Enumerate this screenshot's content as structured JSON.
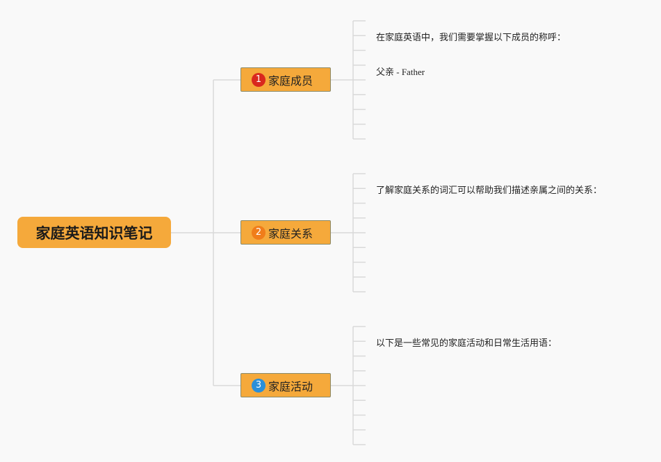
{
  "title": "家庭英语知识笔记",
  "colors": {
    "node_fill": "#f5a93b",
    "line": "#d9d9d9",
    "badge_1": "#d9281e",
    "badge_2": "#f07d1a",
    "badge_3": "#2a8fd8",
    "background": "#f9f9f9"
  },
  "branches": [
    {
      "number": "1",
      "label": "家庭成员",
      "notes": [
        "在家庭英语中，我们需要掌握以下成员的称呼：",
        "父亲 - Father"
      ]
    },
    {
      "number": "2",
      "label": "家庭关系",
      "notes": [
        "了解家庭关系的词汇可以帮助我们描述亲属之间的关系："
      ]
    },
    {
      "number": "3",
      "label": "家庭活动",
      "notes": [
        "以下是一些常见的家庭活动和日常生活用语："
      ]
    }
  ]
}
